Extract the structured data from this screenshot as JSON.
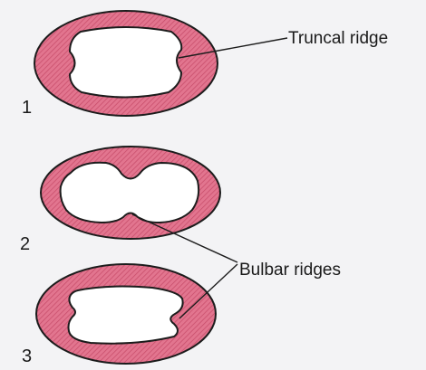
{
  "labels": {
    "truncal_ridge": "Truncal ridge",
    "bulbar_ridges": "Bulbar ridges"
  },
  "stages": [
    {
      "number": "1"
    },
    {
      "number": "2"
    },
    {
      "number": "3"
    }
  ],
  "colors": {
    "ridge_tissue": "#e2758f",
    "hatch_line": "#c64a68",
    "lumen": "#ffffff",
    "outline": "#1c1c1c"
  }
}
